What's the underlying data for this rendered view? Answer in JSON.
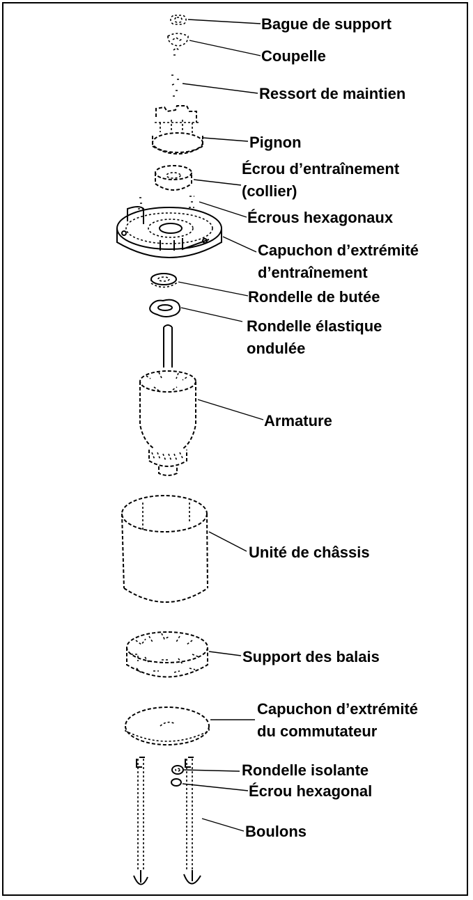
{
  "labels": {
    "bague": "Bague de support",
    "coupelle": "Coupelle",
    "ressort": "Ressort de maintien",
    "pignon": "Pignon",
    "ecrou_ent_1": "Écrou d’entraînement",
    "ecrou_ent_2": "(collier)",
    "ecrous_hex": "Écrous hexagonaux",
    "capuchon_ent_1": "Capuchon d’extrémité",
    "capuchon_ent_2": "d’entraînement",
    "rondelle_butee": "Rondelle de butée",
    "rondelle_elast_1": "Rondelle élastique",
    "rondelle_elast_2": "ondulée",
    "armature": "Armature",
    "chassis": "Unité de châssis",
    "balais": "Support des balais",
    "capuchon_com_1": "Capuchon d’extrémité",
    "capuchon_com_2": "du commutateur",
    "rondelle_isolante": "Rondelle isolante",
    "ecrou_hexagonal": "Écrou hexagonal",
    "boulons": "Boulons"
  }
}
